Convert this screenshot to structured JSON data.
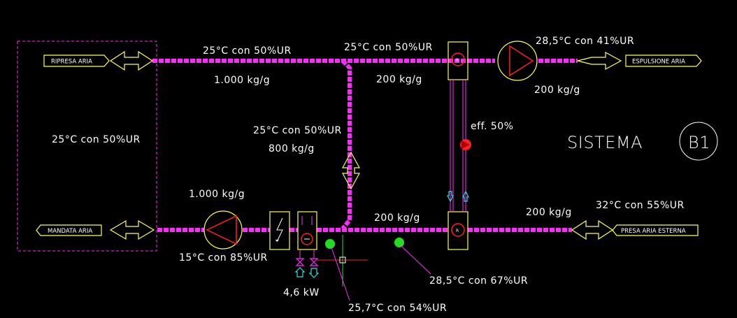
{
  "labels": {
    "ripresa": "RIPRESA ARIA",
    "espulsione": "ESPULSIONE ARIA",
    "mandata": "MANDATA ARIA",
    "presa": "PRESA ARIA ESTERNA"
  },
  "room": {
    "condition": "25°C con 50%UR"
  },
  "system": {
    "title": "SISTEMA",
    "id": "B1"
  },
  "annotations": {
    "return_temp": "25°C con 50%UR",
    "return_flow": "1.000 kg/g",
    "top_mid_temp": "25°C con 50%UR",
    "top_mid_flow": "200 kg/g",
    "exhaust_temp": "28,5°C con 41%UR",
    "exhaust_flow": "200 kg/g",
    "efficiency": "eff. 50%",
    "recirc_temp": "25°C con 50%UR",
    "recirc_flow": "800 kg/g",
    "supply_flow": "1.000 kg/g",
    "supply_temp": "15°C con 85%UR",
    "fresh_mid_flow": "200 kg/g",
    "fresh_out_flow": "200 kg/g",
    "outdoor_temp": "32°C con 55%UR",
    "coil_power": "4,6 kW",
    "mixed_temp": "25,7°C con 54%UR",
    "recovered_temp": "28,5°C con 67%UR"
  },
  "colors": {
    "duct": "#ff2bff",
    "tag": "#ffff4d",
    "fan": "#ff2020",
    "sensor": "#22dd22",
    "valve": "#33dddd"
  }
}
